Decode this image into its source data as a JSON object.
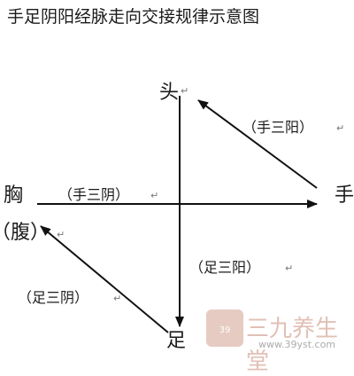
{
  "title": "手足阴阳经脉走向交接规律示意图",
  "nodes": {
    "head": "头",
    "chest": "胸",
    "abdomen": "（腹）",
    "hand": "手",
    "foot": "足"
  },
  "edges": {
    "hand_three_yang": "（手三阳）",
    "hand_three_yin": "（手三阴）",
    "foot_three_yang": "（足三阳）",
    "foot_three_yin": "（足三阴）"
  },
  "paragraph_mark": "↵",
  "watermark": {
    "logo_text": "三九养生",
    "site_name": "三九养生堂",
    "url": "www.39yst.com"
  },
  "colors": {
    "line": "#111111",
    "watermark": "#c88c78"
  }
}
